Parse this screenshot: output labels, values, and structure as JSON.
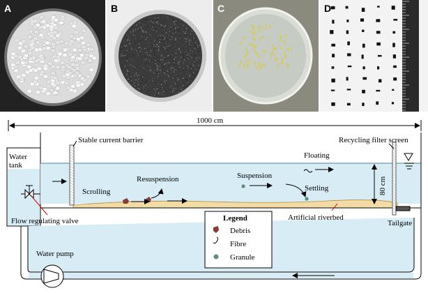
{
  "panels": {
    "a": {
      "label": "A"
    },
    "b": {
      "label": "B"
    },
    "c": {
      "label": "C"
    },
    "d": {
      "label": "D"
    }
  },
  "diagram": {
    "length": "1000 cm",
    "stable_barrier": "Stable current barrier",
    "recycling_screen": "Recycling filter screen",
    "water_tank": "Water tank",
    "flow_valve": "Flow regulating valve",
    "water_pump": "Water pump",
    "floating": "Floating",
    "suspension": "Suspension",
    "settling": "Settling",
    "scrolling": "Scrolling",
    "resuspension": "Resuspension",
    "depth": "80 cm",
    "riverbed": "Artificial riverbed",
    "tailgate": "Tailgate",
    "legend": {
      "title": "Legend",
      "items": [
        "Debris",
        "Fibre",
        "Granule"
      ]
    }
  },
  "colors": {
    "water": "#d7ecf4",
    "sediment": "#f2dba4",
    "granule": "#5d8f7a",
    "debris": "#8b3a3a"
  }
}
